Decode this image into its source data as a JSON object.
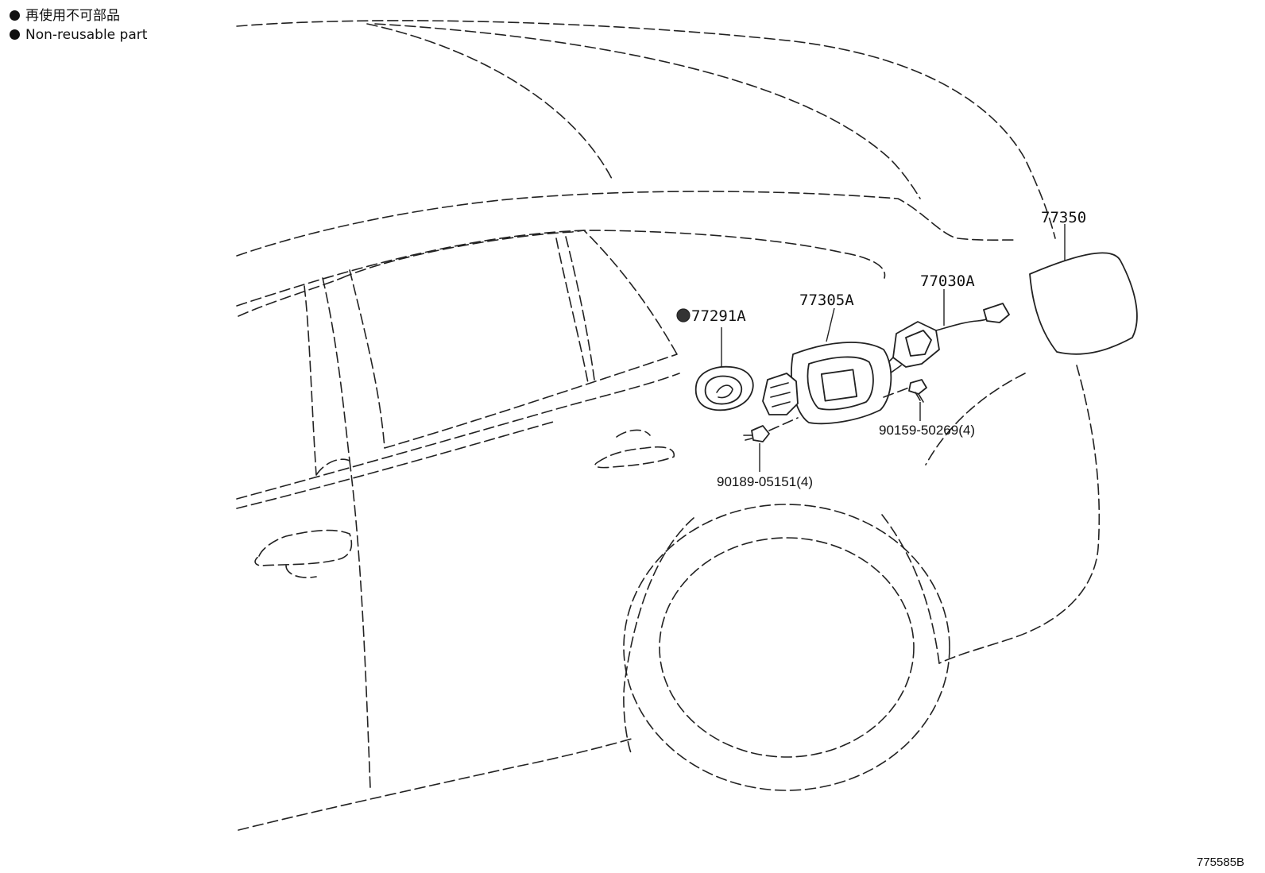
{
  "legend": {
    "items": [
      {
        "marker": "filled-circle",
        "text": "再使用不可部品"
      },
      {
        "marker": "filled-circle",
        "text": "Non-reusable part"
      }
    ]
  },
  "callouts": {
    "fuel_lid": "77350",
    "lid_opener_actuator": "77030A",
    "fuel_filler_box": "77305A",
    "filler_box_seal": "77291A",
    "screw_a": "90159-50269(4)",
    "screw_b": "90189-05151(4)"
  },
  "non_reusable_marker": "filled-circle",
  "illustration_id": "775585B"
}
